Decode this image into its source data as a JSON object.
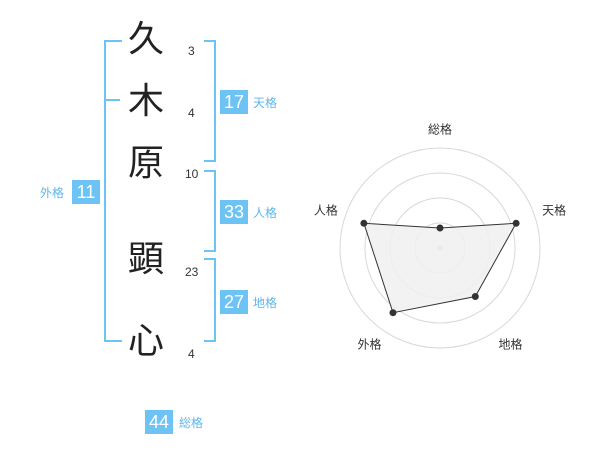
{
  "colors": {
    "accent": "#6ec3f5",
    "label_text": "#5fb6ea",
    "grid": "#d8d8d8",
    "polygon_fill": "#f0f0f0",
    "polygon_stroke": "#333333"
  },
  "name": {
    "characters": [
      {
        "char": "久",
        "strokes": "3"
      },
      {
        "char": "木",
        "strokes": "4"
      },
      {
        "char": "原",
        "strokes": "10"
      },
      {
        "char": "顕",
        "strokes": "23"
      },
      {
        "char": "心",
        "strokes": "4"
      }
    ]
  },
  "fortune": {
    "tenkaku": {
      "value": "17",
      "label": "天格"
    },
    "jinkaku": {
      "value": "33",
      "label": "人格"
    },
    "chikaku": {
      "value": "27",
      "label": "地格"
    },
    "gaikaku": {
      "value": "11",
      "label": "外格"
    },
    "soukaku": {
      "value": "44",
      "label": "総格"
    }
  },
  "chart_data": {
    "type": "radar",
    "axes": [
      "総格",
      "天格",
      "地格",
      "外格",
      "人格"
    ],
    "values": [
      1,
      4,
      3,
      4,
      4
    ],
    "max": 5,
    "rings": 4
  }
}
